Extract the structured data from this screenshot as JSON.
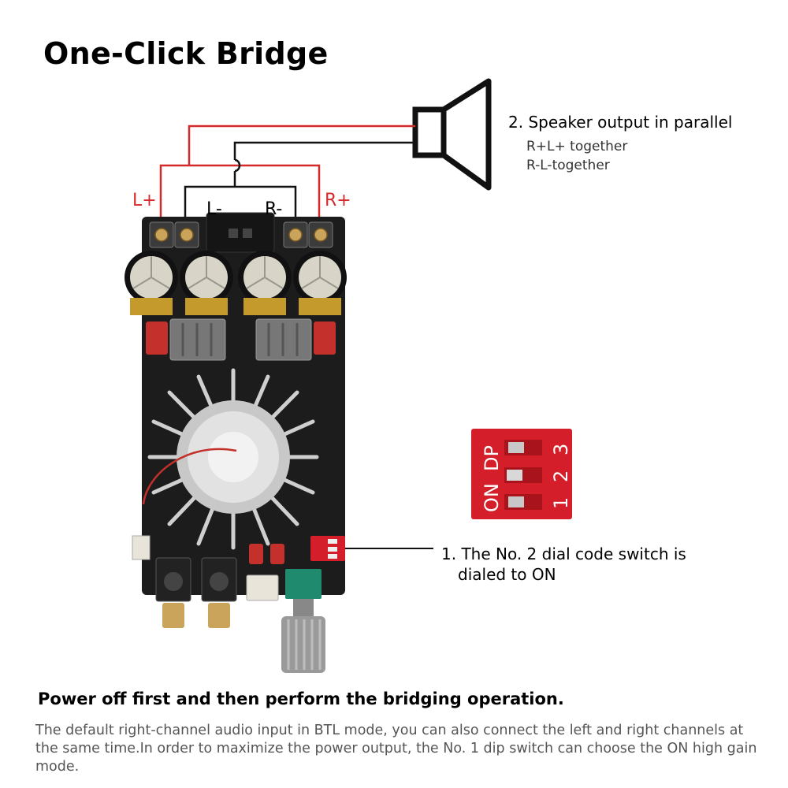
{
  "title": "One-Click Bridge",
  "callout_speaker": {
    "title": "2. Speaker output in parallel",
    "line1": "R+L+ together",
    "line2": "R-L-together"
  },
  "terminal_labels": {
    "l_plus": "L+",
    "l_minus": "L-",
    "r_minus": "R-",
    "r_plus": "R+"
  },
  "callout_switch": {
    "line1": "1. The No. 2 dial code switch is",
    "line2": "dialed to ON"
  },
  "dip_switch": {
    "label_on": "ON",
    "label_dp": "DP",
    "numbers": [
      "1",
      "2",
      "3"
    ],
    "on_switch_number": "2"
  },
  "footer": {
    "heading": "Power off first and then perform the bridging operation.",
    "body": "The default right-channel audio input in BTL mode, you can also connect the left and right channels at the same time.In order to maximize the power output, the No. 1 dip switch can choose the ON high gain mode."
  },
  "colors": {
    "wire_red": "#d42a2a",
    "wire_black": "#111111",
    "pcb": "#1c1c1c",
    "dip_red": "#d41f2a",
    "heatsink": "#d8d8d8"
  },
  "icons": [
    "speaker-icon",
    "amplifier-board-image",
    "dip-switch-icon"
  ]
}
